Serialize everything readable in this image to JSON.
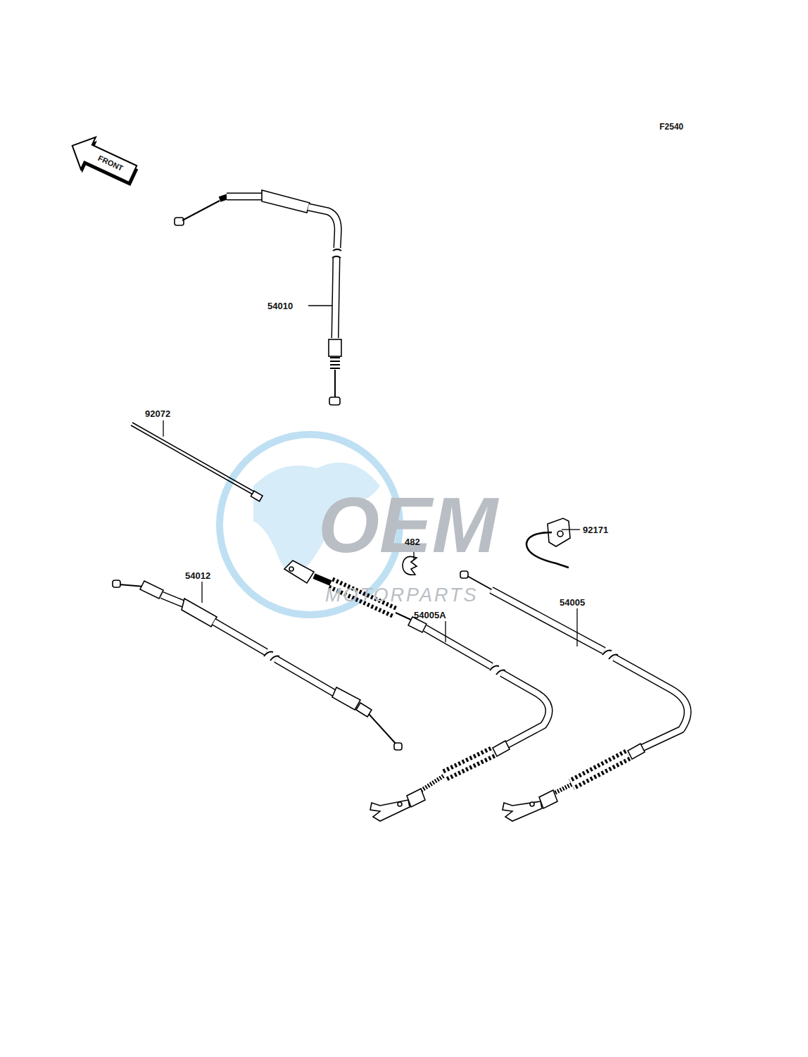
{
  "diagram": {
    "labels": [
      "F2540",
      "FRONT",
      "54010",
      "92072",
      "92171",
      "482",
      "54012",
      "54005A",
      "54005",
      "OEM",
      "MOTORPARTS"
    ]
  }
}
